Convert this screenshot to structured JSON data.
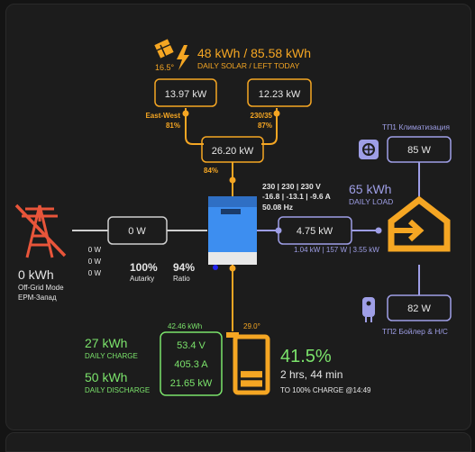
{
  "colors": {
    "solar": "#f5a623",
    "grid": "#e8553a",
    "load": "#9e9ee6",
    "battery": "#7be36b",
    "inverter": "#3d8ef0",
    "line": "#cfcfcf",
    "text": "#e6e6e6"
  },
  "solar": {
    "icon": "solar-panel-lightning-icon",
    "temperature": "16.5°",
    "headline": "48 kWh / 85.58 kWh",
    "subtitle": "DAILY SOLAR / LEFT TODAY",
    "mppt1_power": "13.97 kW",
    "mppt1_label": "East-West",
    "mppt1_pct": "81%",
    "mppt2_power": "12.23 kW",
    "mppt2_label": "230/35",
    "mppt2_pct": "87%",
    "total_power": "26.20 kW",
    "total_pct": "84%"
  },
  "inverter": {
    "voltages": "230 | 230 | 230 V",
    "currents": "-16.8 | -13.1 | -9.6 A",
    "frequency": "50.08 Hz"
  },
  "grid": {
    "icon": "grid-off-icon",
    "power": "0 W",
    "phase1": "0 W",
    "phase2": "0 W",
    "phase3": "0 W",
    "energy": "0 kWh",
    "mode": "Off-Grid Mode",
    "name": "ЕРМ-Запад"
  },
  "stats": {
    "autarky_value": "100%",
    "autarky_label": "Autarky",
    "ratio_value": "94%",
    "ratio_label": "Ratio"
  },
  "load": {
    "icon": "home-import-icon",
    "power": "4.75 kW",
    "daily": "65 kWh",
    "daily_label": "DAILY LOAD",
    "phases": "1.04 kW | 157 W | 3.55 kW",
    "aux1_label": "ТП1 Климатизация",
    "aux1_icon": "air-conditioner-icon",
    "aux1_power": "85 W",
    "aux2_label": "ТП2 Бойлер & Н/С",
    "aux2_icon": "water-boiler-icon",
    "aux2_power": "82 W"
  },
  "battery": {
    "icon": "battery-charging-icon",
    "energy_label": "42.46 kWh",
    "voltage": "53.4 V",
    "current": "405.3 A",
    "power": "21.65 kW",
    "temperature": "29.0°",
    "soc": "41.5%",
    "soc_fraction": 0.415,
    "time": "2 hrs, 44 min",
    "time_label": "TO 100% CHARGE @14:49",
    "charge_value": "27 kWh",
    "charge_label": "DAILY CHARGE",
    "discharge_value": "50 kWh",
    "discharge_label": "DAILY DISCHARGE"
  }
}
